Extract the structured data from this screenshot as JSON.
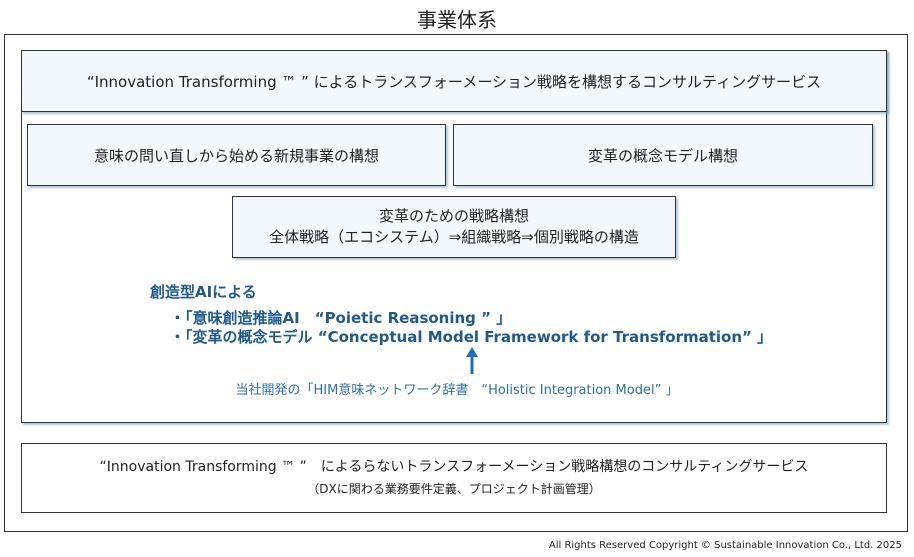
{
  "title": "事業体系",
  "top_box": "“Innovation Transforming ™ ” によるトランスフォーメーション戦略を構想するコンサルティングサービス",
  "left_box": "意味の問い直しから始める新規事業の構想",
  "right_box": "変革の概念モデル構想",
  "middle_box": {
    "line1": "変革のための戦略構想",
    "line2": "全体戦略（エコシステム）⇒組織戦略⇒個別戦略の構造"
  },
  "ai_heading": "創造型AIによる",
  "ai_items": [
    "「意味創造推論AI　“Poietic Reasoning ” 」",
    "「変革の概念モデル “Conceptual Model Framework for Transformation” 」"
  ],
  "bullet": "・",
  "source_note": "当社開発の「HIM意味ネットワーク辞書　“Holistic Integration Model” 」",
  "bottom_box": {
    "line1": "“Innovation Transforming ™ ”　によるらないトランスフォーメーション戦略構想のコンサルティングサービス",
    "line2": "（DXに関わる業務要件定義、プロジェクト計画管理）"
  },
  "copyright": "All Rights Reserved Copyright © Sustainable Innovation Co., Ltd. 2025",
  "colors": {
    "accent": "#1f5a8c",
    "box_fill": "#f2f8fd"
  }
}
